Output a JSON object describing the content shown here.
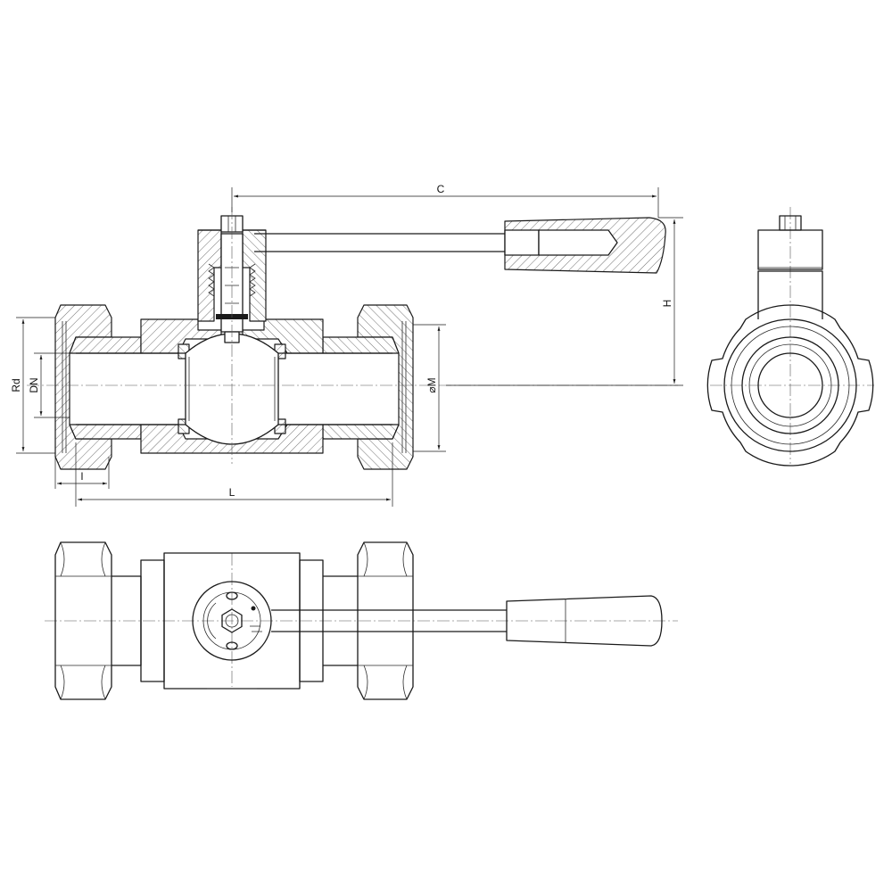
{
  "dimensions": {
    "c": "C",
    "h": "H",
    "rd": "Rd",
    "dn": "DN",
    "m": "⌀M",
    "l_small": "l",
    "l_total": "L"
  },
  "colors": {
    "line": "#1a1a1a",
    "background": "#ffffff"
  }
}
